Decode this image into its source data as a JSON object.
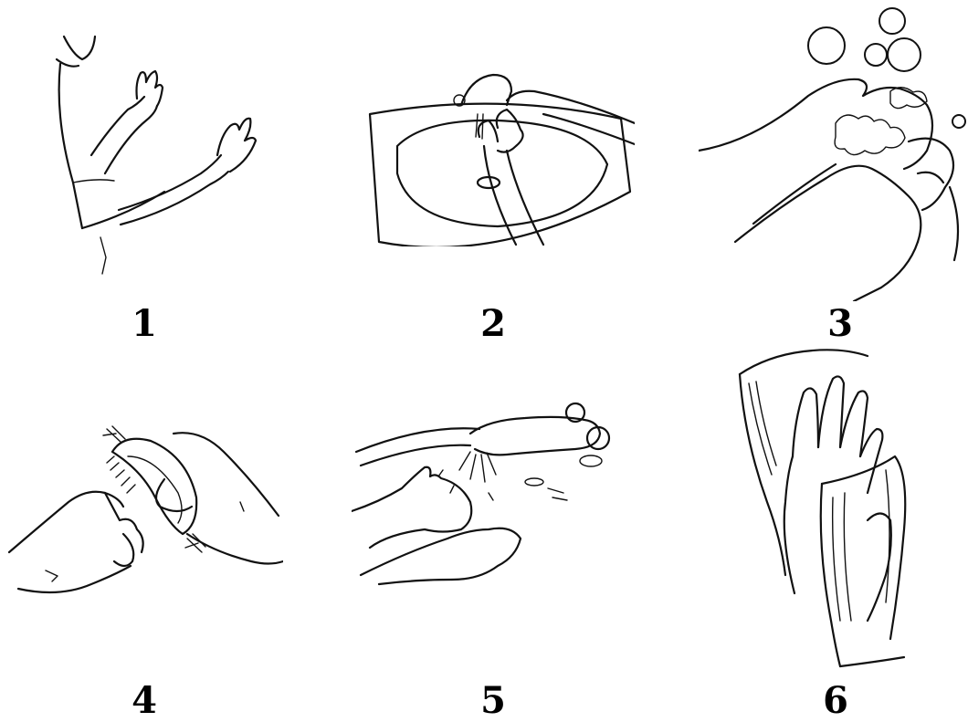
{
  "steps": [
    {
      "number": "1",
      "icon": "raised-forearms-illustration"
    },
    {
      "number": "2",
      "icon": "hands-under-tap-at-sink-illustration"
    },
    {
      "number": "3",
      "icon": "lathering-soapy-hands-illustration"
    },
    {
      "number": "4",
      "icon": "scrubbing-nails-with-brush-illustration"
    },
    {
      "number": "5",
      "icon": "rinsing-hands-under-faucet-illustration"
    },
    {
      "number": "6",
      "icon": "drying-hands-with-towel-illustration"
    }
  ]
}
